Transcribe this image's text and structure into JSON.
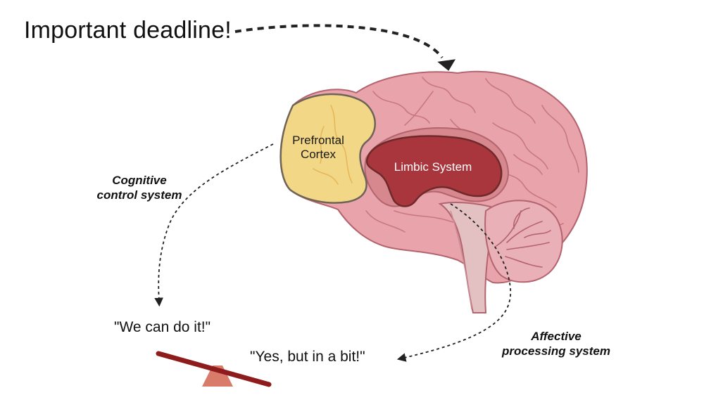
{
  "title": "Important deadline!",
  "regions": {
    "prefrontal_line1": "Prefrontal",
    "prefrontal_line2": "Cortex",
    "limbic": "Limbic System"
  },
  "systems": {
    "cognitive_line1": "Cognitive",
    "cognitive_line2": "control system",
    "affective_line1": "Affective",
    "affective_line2": "processing system"
  },
  "quotes": {
    "positive": "\"We can do it!\"",
    "negative": "\"Yes, but in a bit!\""
  },
  "colors": {
    "brain_fill": "#e9a3ab",
    "brain_outline": "#b4646e",
    "prefrontal_fill": "#f3dd82",
    "prefrontal_outline": "#7a6a55",
    "limbic_fill": "#a8363c",
    "seesaw_plank": "#8e1c1c",
    "seesaw_pivot": "#d97b6a",
    "arrow": "#222222"
  },
  "icons": {
    "brain": "brain-sagittal-illustration",
    "seesaw": "seesaw-icon"
  }
}
